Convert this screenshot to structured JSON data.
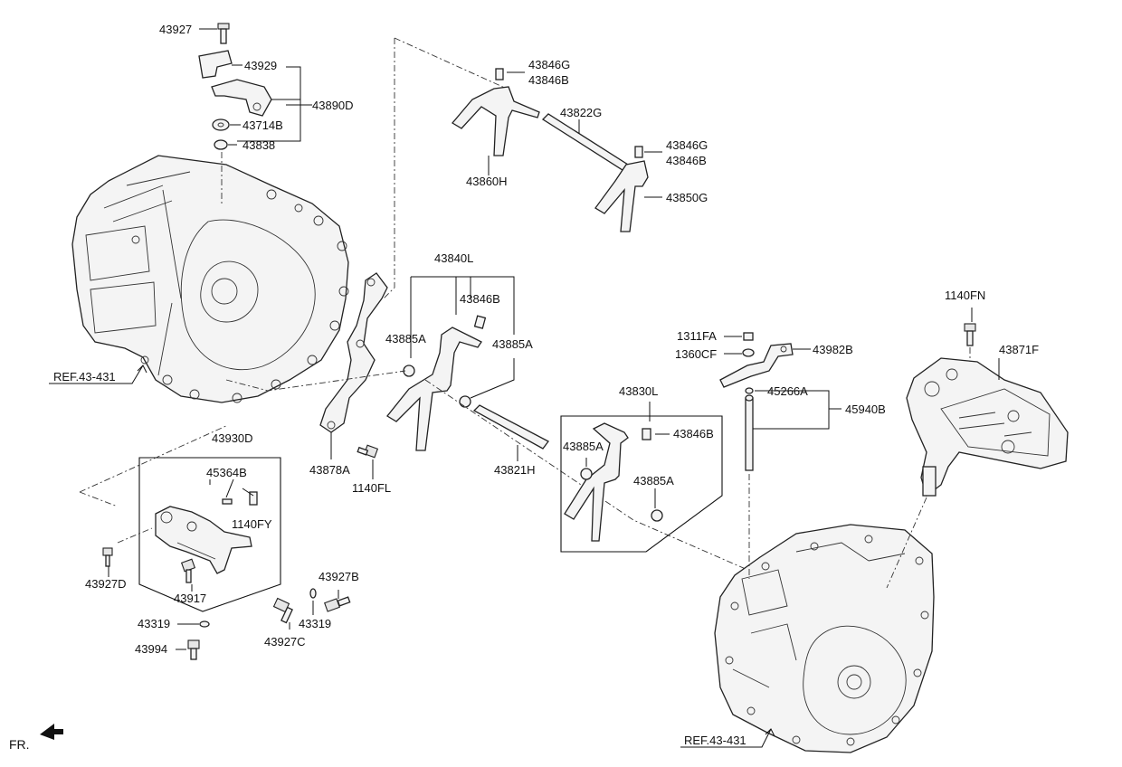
{
  "labels": {
    "p43927": "43927",
    "p43929": "43929",
    "p43890D": "43890D",
    "p43714B": "43714B",
    "p43838": "43838",
    "p43846G_top": "43846G",
    "p43846B_top": "43846B",
    "p43822G": "43822G",
    "p43860H": "43860H",
    "p43846G_mid": "43846G",
    "p43846B_mid": "43846B",
    "p43850G": "43850G",
    "p43840L": "43840L",
    "p43846B_fork": "43846B",
    "p43885A_left": "43885A",
    "p43885A_right": "43885A",
    "p43878A": "43878A",
    "p1140FL": "1140FL",
    "p43821H": "43821H",
    "ref_left": "REF.43-431",
    "p43930D": "43930D",
    "p45364B": "45364B",
    "p1140FY": "1140FY",
    "p43927D": "43927D",
    "p43917": "43917",
    "p43927B": "43927B",
    "p43319_left": "43319",
    "p43319_right": "43319",
    "p43927C": "43927C",
    "p43994": "43994",
    "p43830L": "43830L",
    "p43885A_box1": "43885A",
    "p43846B_box": "43846B",
    "p43885A_box2": "43885A",
    "p1311FA": "1311FA",
    "p1360CF": "1360CF",
    "p43982B": "43982B",
    "p45266A": "45266A",
    "p45940B": "45940B",
    "p1140FN": "1140FN",
    "p43871F": "43871F",
    "ref_right": "REF.43-431",
    "front": "FR."
  },
  "colors": {
    "line": "#111111",
    "part_fill": "#f4f4f4",
    "background": "#ffffff"
  }
}
